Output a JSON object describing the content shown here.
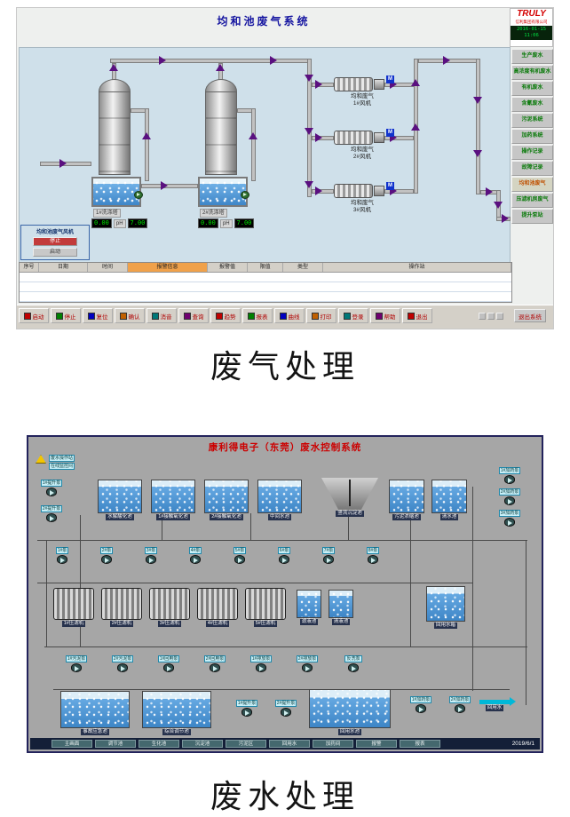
{
  "captions": {
    "gas": "废气处理",
    "water": "废水处理"
  },
  "gas": {
    "title": "均和池废气系统",
    "brand": {
      "logo": "TRULY",
      "sub": "信利集团有限公司",
      "datetime": "2016-01-15 11:06"
    },
    "m_label": "M",
    "sidebar": [
      {
        "label": "生产废水",
        "active": false
      },
      {
        "label": "高浓度有机废水",
        "active": false
      },
      {
        "label": "有机废水",
        "active": false
      },
      {
        "label": "含氰废水",
        "active": false
      },
      {
        "label": "污泥系统",
        "active": false
      },
      {
        "label": "加药系统",
        "active": false
      },
      {
        "label": "操作记录",
        "active": false
      },
      {
        "label": "故障记录",
        "active": false
      },
      {
        "label": "均和池废气",
        "active": true
      },
      {
        "label": "压滤机房废气",
        "active": false
      },
      {
        "label": "提升泵站",
        "active": false
      }
    ],
    "towers": [
      {
        "name": "1#洗涤塔",
        "level": "0.00",
        "ph_label": "pH",
        "ph": "7.00"
      },
      {
        "name": "2#洗涤塔",
        "level": "0.00",
        "ph_label": "pH",
        "ph": "7.00"
      }
    ],
    "fans": [
      {
        "line1": "均和废气",
        "line2": "1#风机"
      },
      {
        "line1": "均和废气",
        "line2": "2#风机"
      },
      {
        "line1": "均和废气",
        "line2": "3#风机"
      }
    ],
    "panel": {
      "title": "均和池废气风机",
      "stop": "停止",
      "start": "启动"
    },
    "table": {
      "headers": [
        "序号",
        "日期",
        "时间",
        "报警信息",
        "报警值",
        "限值",
        "类型",
        "操作站"
      ]
    },
    "toolbar": [
      "启动",
      "停止",
      "复位",
      "确认",
      "消音",
      "查询",
      "趋势",
      "报表",
      "曲线",
      "打印",
      "登录",
      "帮助",
      "退出"
    ],
    "exit": "退出系统"
  },
  "water": {
    "title": "康利得电子（东莞）废水控制系统",
    "date": "2019/6/1",
    "warn1": "废水操作站",
    "warn2": "在线监控间",
    "left_pumps": [
      "1#提升泵",
      "2#提升泵"
    ],
    "top_tanks": [
      "水解酸化池",
      "1#接触氧化池",
      "2#接触氧化池",
      "中间水池"
    ],
    "clarifier_label": "竖流沉淀池",
    "right_top_tanks": [
      "污泥浓缩池",
      "清水池"
    ],
    "dosing_pumps": [
      "1#加药泵",
      "2#加药泵",
      "3#加药泵"
    ],
    "mid_pumps": [
      "1#泵",
      "2#泵",
      "3#泵",
      "4#泵",
      "5#泵",
      "6#泵",
      "7#泵",
      "8#泵"
    ],
    "filters": [
      "1#压滤机",
      "2#压滤机",
      "3#压滤机",
      "4#压滤机",
      "5#压滤机"
    ],
    "filter_tanks": [
      "滤液池",
      "清液池"
    ],
    "mid_right_tank": "回用水箱",
    "low_pumps": [
      "1#污泥泵",
      "2#污泥泵",
      "1#回用泵",
      "2#回用泵",
      "1#排放泵",
      "2#排放泵",
      "反洗泵"
    ],
    "bottom_tanks": [
      "事故应急池",
      "综合调节池",
      "回用水池"
    ],
    "bottom_pumps": [
      "1#提升泵",
      "2#提升泵"
    ],
    "right_bottom_pumps": [
      "1#加药泵",
      "2#加药泵"
    ],
    "reuse_label": "回用水",
    "nav": [
      "主画面",
      "调节池",
      "生化池",
      "沉淀池",
      "污泥区",
      "回用水",
      "加药间",
      "报警",
      "报表"
    ]
  }
}
